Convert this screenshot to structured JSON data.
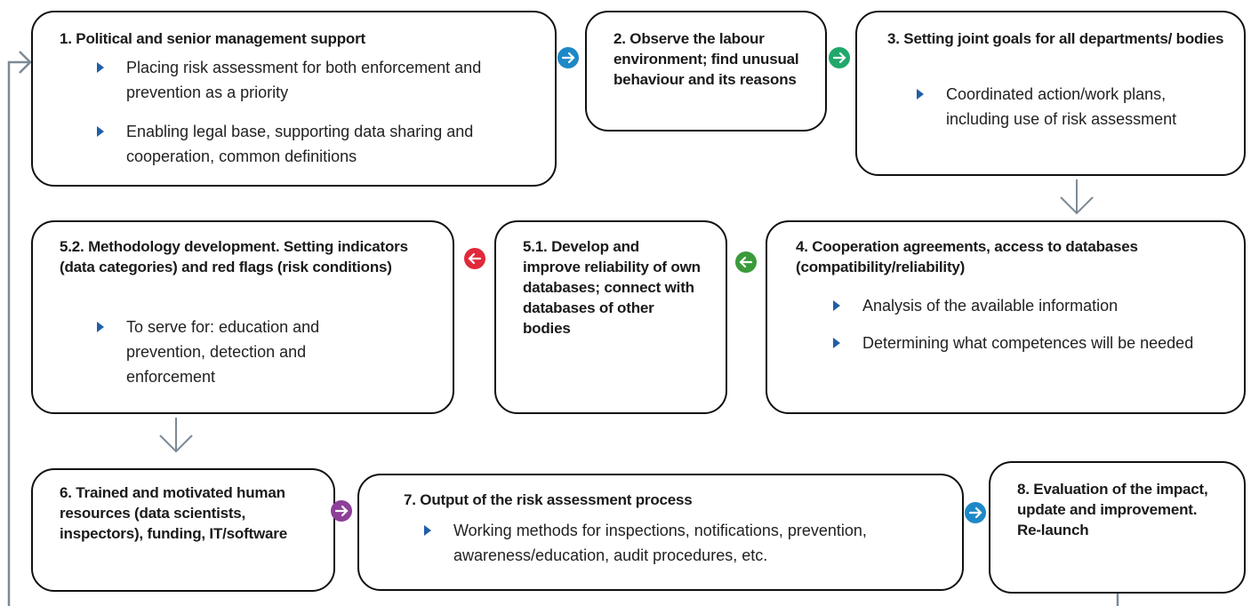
{
  "steps": {
    "s1": {
      "title": "1. Political and senior management support",
      "bullets": [
        "Placing risk assessment for both enforcement and prevention as a priority",
        "Enabling legal base, supporting data sharing and cooperation, common definitions"
      ]
    },
    "s2": {
      "title": "2. Observe the labour environment; find unusual behaviour and its reasons"
    },
    "s3": {
      "title": "3. Setting joint goals for all departments/ bodies",
      "bullets": [
        "Coordinated action/work plans, including use of risk assessment"
      ]
    },
    "s4": {
      "title": "4. Cooperation agreements, access to databases (compatibility/reliability)",
      "bullets": [
        "Analysis of the available information",
        "Determining what competences will be needed"
      ]
    },
    "s51": {
      "title": "5.1. Develop and improve reliability of own databases; connect with databases of other bodies"
    },
    "s52": {
      "title": "5.2. Methodology development. Setting indicators (data categories) and red flags (risk conditions)",
      "bullets": [
        "To serve for: education and prevention, detection and enforcement"
      ]
    },
    "s6": {
      "title": "6. Trained and motivated human resources (data scientists, inspectors), funding, IT/software"
    },
    "s7": {
      "title": "7. Output of the risk assessment process",
      "bullets": [
        "Working methods for inspections, notifications, prevention, awareness/education, audit procedures, etc."
      ]
    },
    "s8": {
      "title": "8. Evaluation of the impact, update and improvement. Re-launch"
    }
  },
  "connector_colors": {
    "blue": "#1e88c7",
    "green": "#1fa86a",
    "dark_green": "#3a9b3a",
    "red": "#e0293a",
    "purple": "#8e3f98"
  },
  "bullet_color": "#1f5fa8"
}
